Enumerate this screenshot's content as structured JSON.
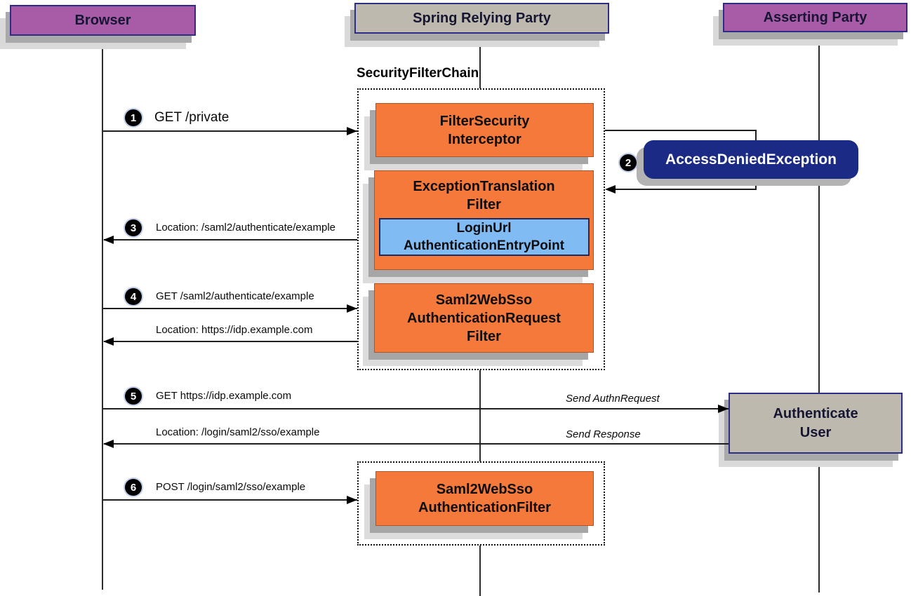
{
  "actors": {
    "browser": "Browser",
    "relying_party": "Spring Relying Party",
    "asserting_party": "Asserting Party",
    "authenticate_user": {
      "lines": [
        "Authenticate",
        "User"
      ]
    }
  },
  "filter_chain": {
    "title": "SecurityFilterChain",
    "filter_security_interceptor": {
      "lines": [
        "FilterSecurity",
        "Interceptor"
      ]
    },
    "exception_translation_filter": {
      "lines": [
        "ExceptionTranslation",
        "Filter"
      ]
    },
    "login_url_authentication_entry_point": {
      "lines": [
        "LoginUrl",
        "AuthenticationEntryPoint"
      ]
    },
    "saml2_websso_authentication_request_filter": {
      "lines": [
        "Saml2WebSso",
        "AuthenticationRequest",
        "Filter"
      ]
    },
    "saml2_websso_authentication_filter": {
      "lines": [
        "Saml2WebSso",
        "AuthenticationFilter"
      ]
    }
  },
  "exception_badge": {
    "step": "2",
    "label": "AccessDeniedException"
  },
  "messages": [
    {
      "step": "1",
      "text": "GET /private"
    },
    {
      "step": "3",
      "text": "Location: /saml2/authenticate/example"
    },
    {
      "step": "4",
      "text": "GET /saml2/authenticate/example"
    },
    {
      "text": "Location: https://idp.example.com"
    },
    {
      "step": "5",
      "text": "GET https://idp.example.com",
      "note": "Send AuthnRequest"
    },
    {
      "text": "Location: /login/saml2/sso/example",
      "note": "Send Response"
    },
    {
      "step": "6",
      "text": "POST /login/saml2/sso/example"
    }
  ],
  "colors": {
    "actor_purple": "#a85ca8",
    "actor_gray": "#beb9ae",
    "actor_border_navy": "#2d2d86",
    "filter_orange": "#f4793b",
    "entry_point_blue": "#80bbf4",
    "exception_navy": "#1b2b85",
    "shadow_gray": "#a9a9a9"
  }
}
